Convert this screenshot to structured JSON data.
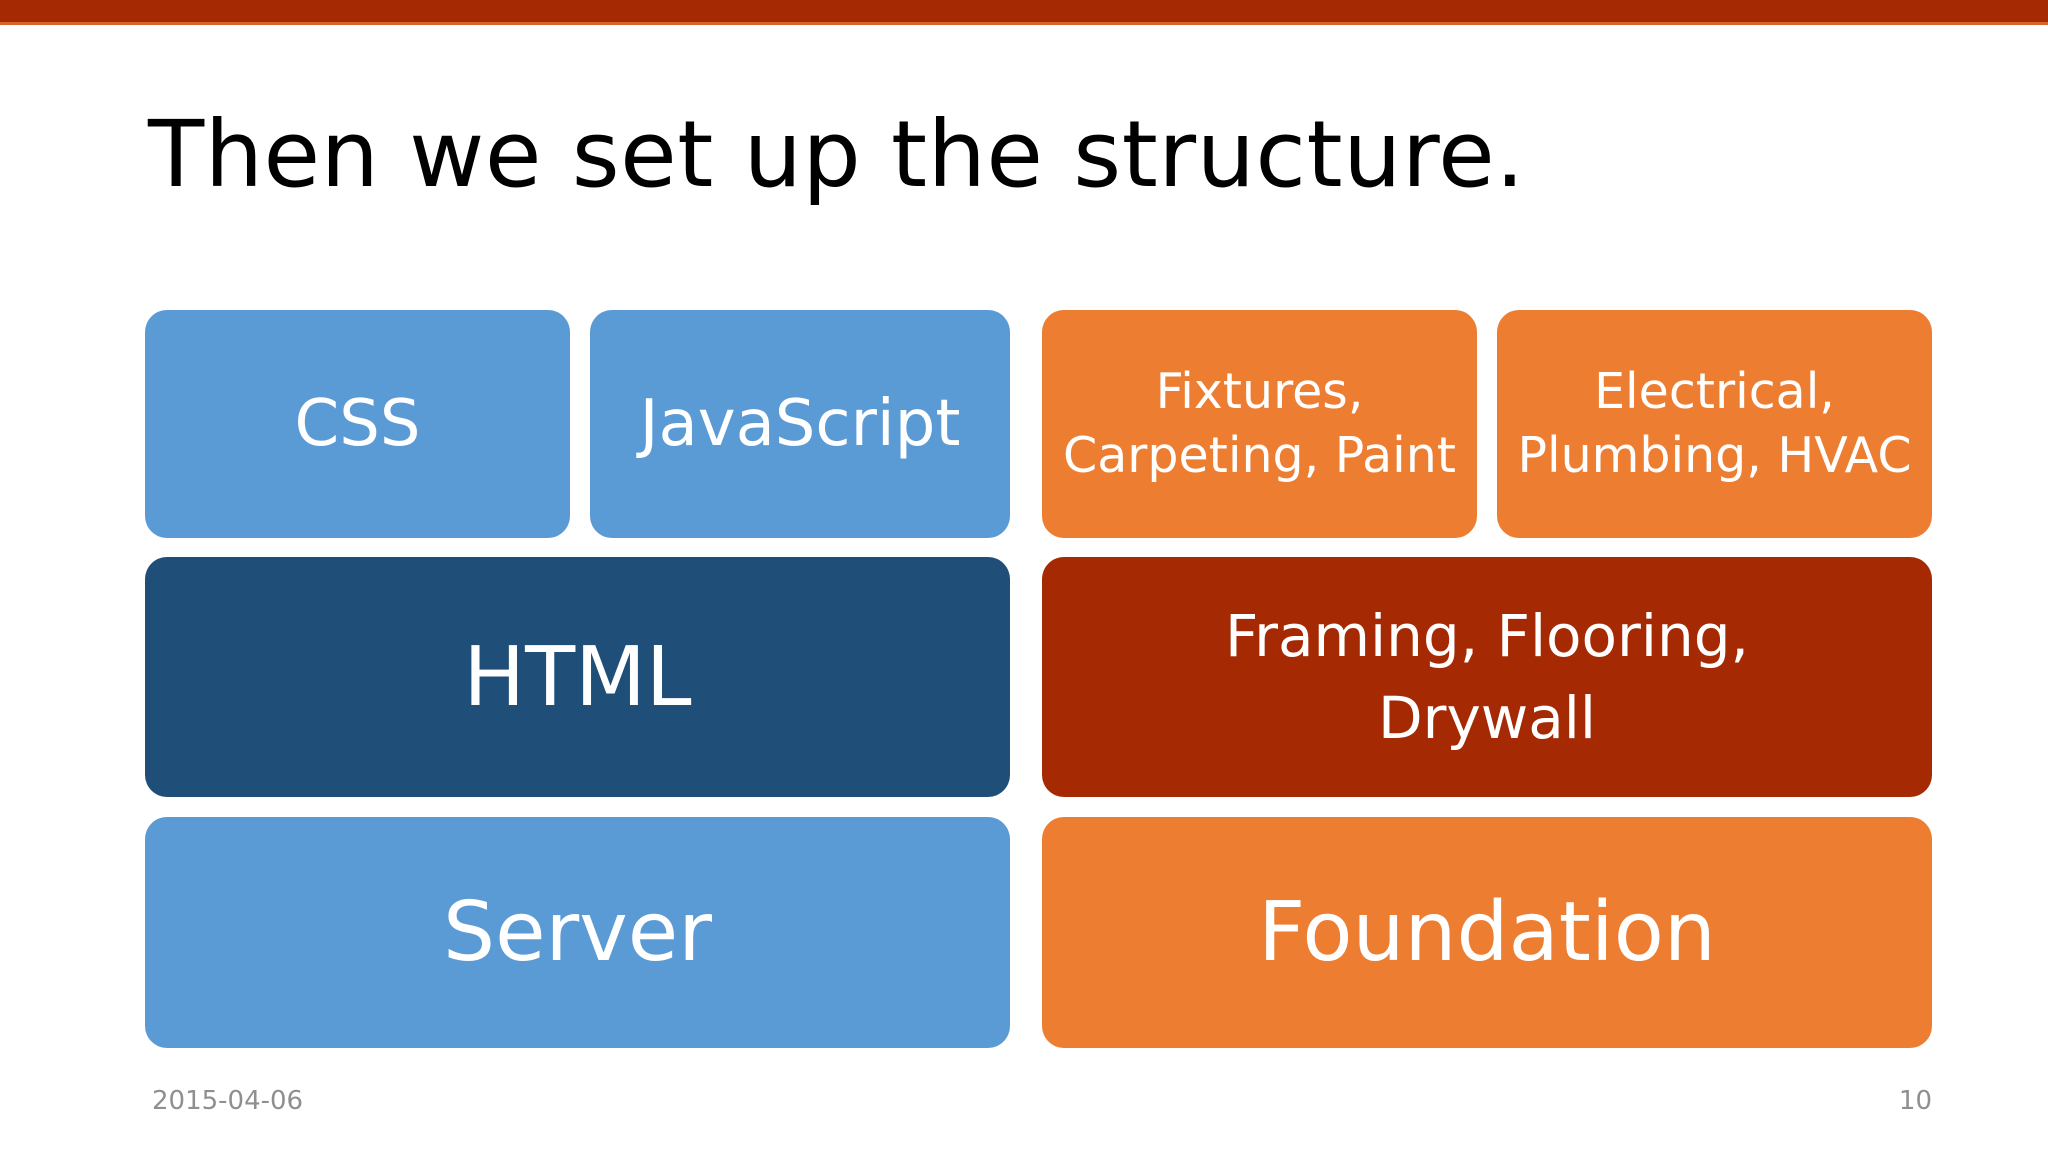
{
  "slide": {
    "title": "Then we set up the structure.",
    "accent_bar_color": "#A52A04",
    "accent_bar_line_color": "#D9632B",
    "background_color": "#ffffff"
  },
  "palette": {
    "light_blue": "#5B9BD5",
    "dark_blue": "#1F4E79",
    "light_orange": "#ED7D31",
    "dark_orange": "#A52A04",
    "text_on_box": "#FFFFFF",
    "footer_text": "#8F8F8F"
  },
  "diagram": {
    "columns": [
      {
        "name": "web-stack",
        "theme": "blue"
      },
      {
        "name": "building-stack",
        "theme": "orange"
      }
    ],
    "rows": [
      {
        "name": "top-layer",
        "boxes": [
          {
            "label": "CSS",
            "color": "#5B9BD5",
            "column": "web-stack"
          },
          {
            "label": "JavaScript",
            "color": "#5B9BD5",
            "column": "web-stack"
          },
          {
            "label": "Fixtures,\nCarpeting, Paint",
            "color": "#ED7D31",
            "column": "building-stack"
          },
          {
            "label": "Electrical,\nPlumbing, HVAC",
            "color": "#ED7D31",
            "column": "building-stack"
          }
        ]
      },
      {
        "name": "middle-layer",
        "boxes": [
          {
            "label": "HTML",
            "color": "#1F4E79",
            "column": "web-stack"
          },
          {
            "label": "Framing, Flooring,\nDrywall",
            "color": "#A52A04",
            "column": "building-stack"
          }
        ]
      },
      {
        "name": "base-layer",
        "boxes": [
          {
            "label": "Server",
            "color": "#5B9BD5",
            "column": "web-stack"
          },
          {
            "label": "Foundation",
            "color": "#ED7D31",
            "column": "building-stack"
          }
        ]
      }
    ]
  },
  "footer": {
    "date": "2015-04-06",
    "page_number": "10"
  }
}
